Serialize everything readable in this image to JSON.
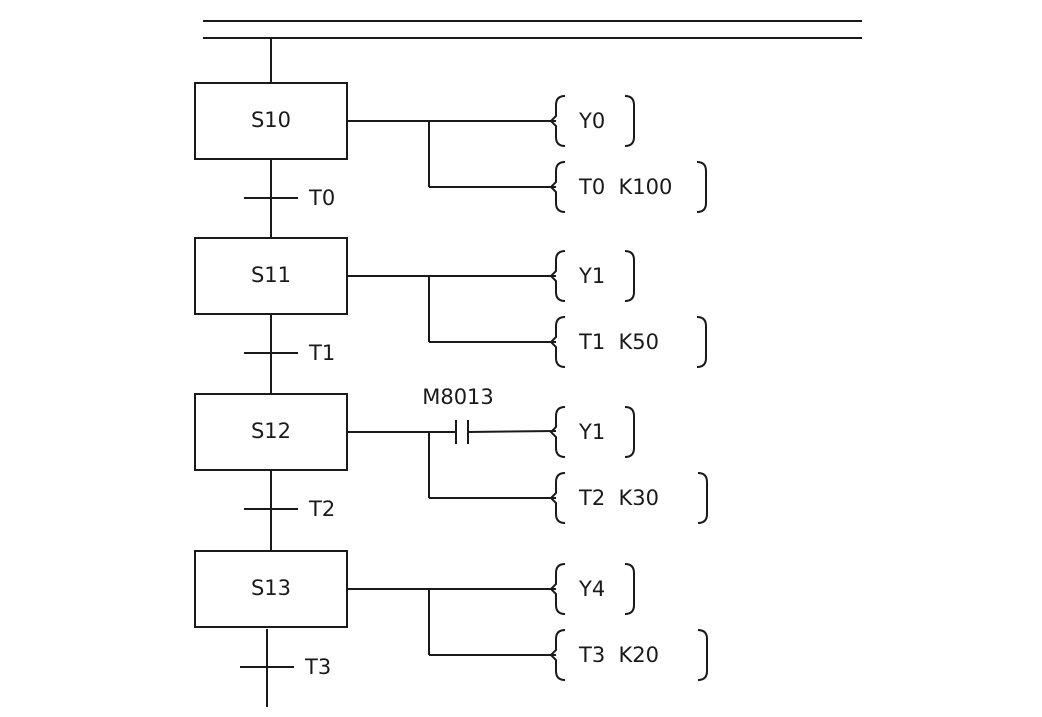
{
  "colors": {
    "line": "#1a1a1a",
    "background": "#ffffff"
  },
  "steps": [
    {
      "label": "S10",
      "transition": "T0",
      "contact": "",
      "outputs": [
        "Y0",
        "T0  K100"
      ]
    },
    {
      "label": "S11",
      "transition": "T1",
      "contact": "",
      "outputs": [
        "Y1",
        "T1  K50"
      ]
    },
    {
      "label": "S12",
      "transition": "T2",
      "contact": "M8013",
      "outputs": [
        "Y1",
        "T2  K30"
      ]
    },
    {
      "label": "S13",
      "transition": "T3",
      "contact": "",
      "outputs": [
        "Y4",
        "T3  K20"
      ]
    }
  ]
}
